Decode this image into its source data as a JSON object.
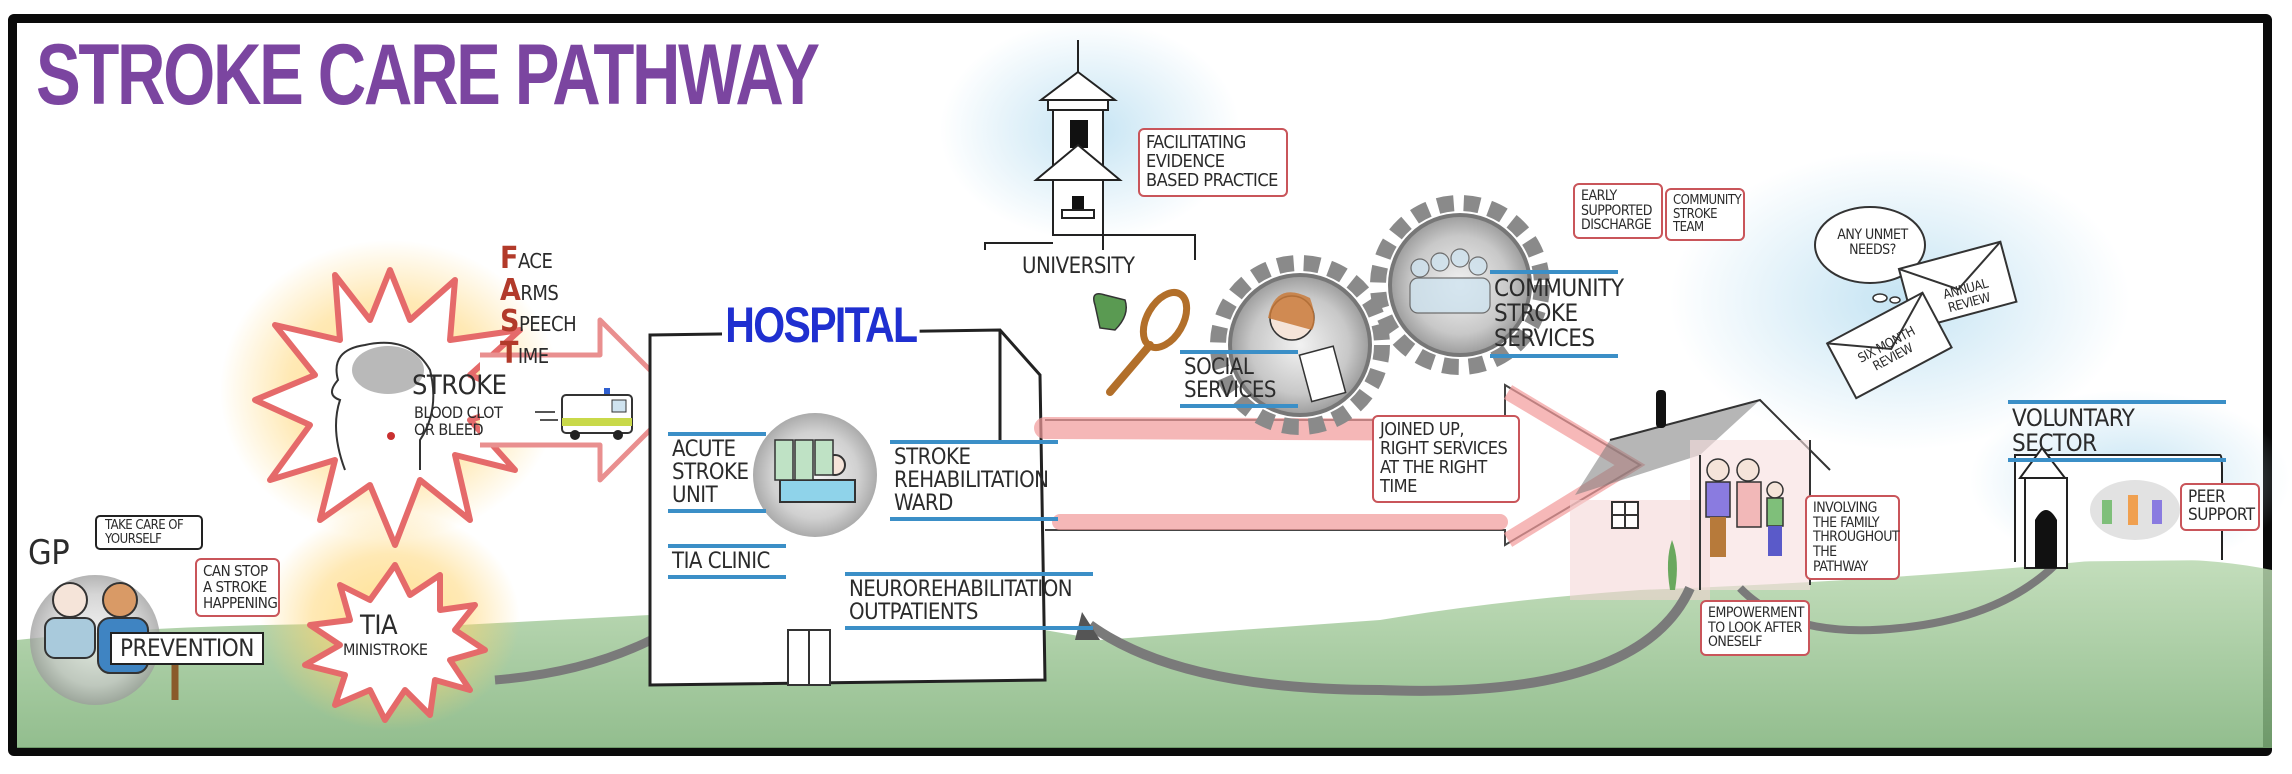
{
  "title": "STROKE CARE PATHWAY",
  "colors": {
    "title": "#7b45a0",
    "hospital_label": "#1f2fd0",
    "callout_border": "#c9555a",
    "underline": "#3b8fc7",
    "arrow_red": "#f08a8a",
    "ground_green": "#8fbf8a",
    "frame": "#0a0a0a"
  },
  "prevention": {
    "gp_label": "GP",
    "speech_bubble": "TAKE CARE OF YOURSELF",
    "sign": "PREVENTION",
    "callout": "CAN STOP A STROKE HAPPENING"
  },
  "stroke": {
    "title": "STROKE",
    "subtitle": "BLOOD CLOT OR BLEED"
  },
  "tia": {
    "title": "TIA",
    "subtitle": "MINISTROKE"
  },
  "fast": [
    {
      "letter": "F",
      "rest": "ACE"
    },
    {
      "letter": "A",
      "rest": "RMS"
    },
    {
      "letter": "S",
      "rest": "PEECH"
    },
    {
      "letter": "T",
      "rest": "IME"
    }
  ],
  "hospital": {
    "label": "HOSPITAL",
    "units": [
      {
        "id": "acute",
        "label": "ACUTE STROKE UNIT"
      },
      {
        "id": "tia",
        "label": "TIA CLINIC"
      },
      {
        "id": "rehab",
        "label": "STROKE REHABILITATION WARD"
      },
      {
        "id": "neuro",
        "label": "NEUROREHABILITATION OUTPATIENTS"
      }
    ]
  },
  "university": {
    "label": "UNIVERSITY",
    "callout": "FACILITATING EVIDENCE BASED PRACTICE"
  },
  "social_services": {
    "label": "SOCIAL SERVICES"
  },
  "community": {
    "label": "COMMUNITY STROKE SERVICES",
    "callouts": [
      "EARLY SUPPORTED DISCHARGE",
      "COMMUNITY STROKE TEAM"
    ]
  },
  "joined_up": {
    "callout": "JOINED UP, RIGHT SERVICES AT THE RIGHT TIME"
  },
  "home": {
    "callout_family": "INVOLVING THE FAMILY THROUGHOUT THE PATHWAY",
    "callout_empower": "EMPOWERMENT TO LOOK AFTER ONESELF"
  },
  "reviews": {
    "thought": "ANY UNMET NEEDS?",
    "envelope_annual": "ANNUAL REVIEW",
    "envelope_six": "SIX MONTH REVIEW"
  },
  "voluntary": {
    "label": "VOLUNTARY SECTOR",
    "callout": "PEER SUPPORT"
  }
}
